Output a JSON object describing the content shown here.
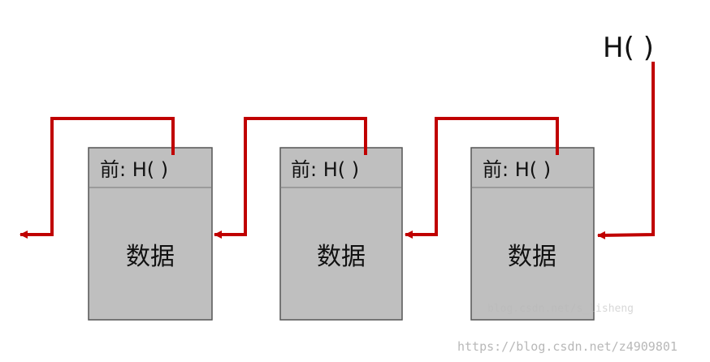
{
  "diagram": {
    "head_pointer_label": "H(    )",
    "blocks": [
      {
        "header_label": "前: H(    )",
        "body_label": "数据"
      },
      {
        "header_label": "前: H(    )",
        "body_label": "数据"
      },
      {
        "header_label": "前: H(    )",
        "body_label": "数据"
      }
    ],
    "colors": {
      "arrow": "#C00000",
      "block_fill": "#BFBFBF",
      "block_border": "#555555"
    }
  },
  "watermarks": {
    "faint": "blog.csdn.net/s_lisheng",
    "main": "https://blog.csdn.net/z4909801"
  }
}
